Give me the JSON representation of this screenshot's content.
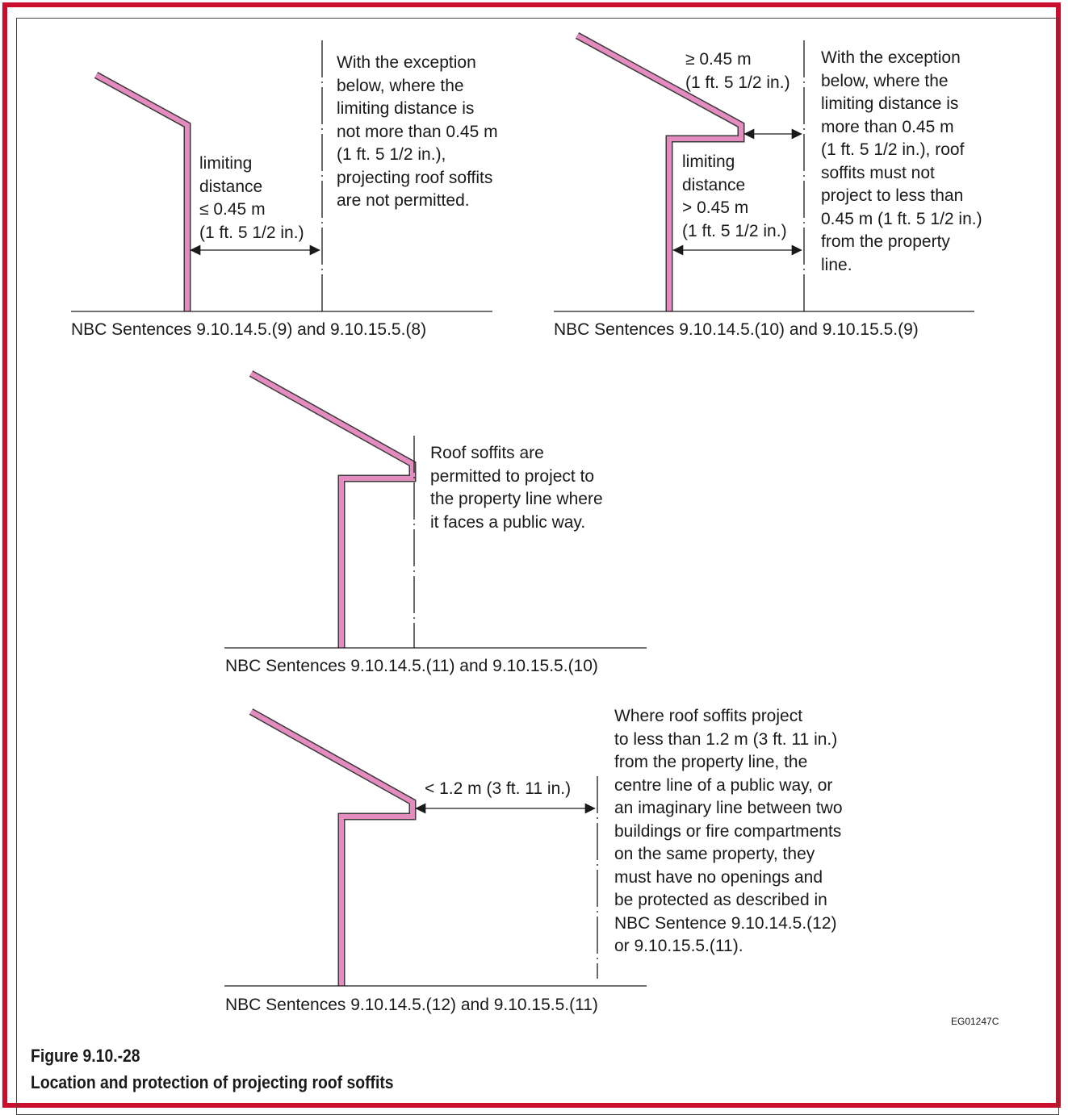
{
  "colors": {
    "frame": "#c8102e",
    "wall": "#e48bbf",
    "wall_edge": "#3a3a3a",
    "line": "#1a1a1a"
  },
  "panel1": {
    "note": [
      "With the exception",
      "below, where the",
      "limiting distance is",
      "not more than 0.45 m",
      "(1 ft. 5 1/2 in.),",
      "projecting roof soffits",
      "are not permitted."
    ],
    "dim_label": [
      "limiting",
      "distance",
      "≤ 0.45 m",
      "(1 ft. 5 1/2 in.)"
    ],
    "caption": "NBC Sentences 9.10.14.5.(9) and 9.10.15.5.(8)"
  },
  "panel2": {
    "top_dim": [
      "≥ 0.45 m",
      "(1 ft. 5 1/2 in.)"
    ],
    "dim_label": [
      "limiting",
      "distance",
      "> 0.45 m",
      "(1 ft. 5 1/2 in.)"
    ],
    "note": [
      "With the exception",
      "below, where the",
      "limiting distance is",
      "more than 0.45 m",
      "(1 ft. 5 1/2 in.), roof",
      "soffits must not",
      "project to less than",
      "0.45 m (1 ft. 5 1/2 in.)",
      "from the property",
      "line."
    ],
    "caption": "NBC Sentences 9.10.14.5.(10) and 9.10.15.5.(9)"
  },
  "panel3": {
    "note": [
      "Roof soffits are",
      "permitted to project to",
      "the property line where",
      "it faces a public way."
    ],
    "caption": "NBC Sentences 9.10.14.5.(11) and 9.10.15.5.(10)"
  },
  "panel4": {
    "dim_label": "< 1.2 m (3 ft. 11 in.)",
    "note": [
      "Where roof soffits project",
      "to less than 1.2 m (3 ft. 11 in.)",
      "from the property line, the",
      "centre line of a public way, or",
      "an imaginary line between two",
      "buildings or fire compartments",
      "on the same property, they",
      "must have no openings and",
      "be protected as described in",
      "NBC Sentence 9.10.14.5.(12)",
      "or 9.10.15.5.(11)."
    ],
    "caption": "NBC Sentences 9.10.14.5.(12) and 9.10.15.5.(11)"
  },
  "figure": {
    "code": "EG01247C",
    "number": "Figure 9.10.-28",
    "title": "Location and protection of projecting roof soffits"
  }
}
